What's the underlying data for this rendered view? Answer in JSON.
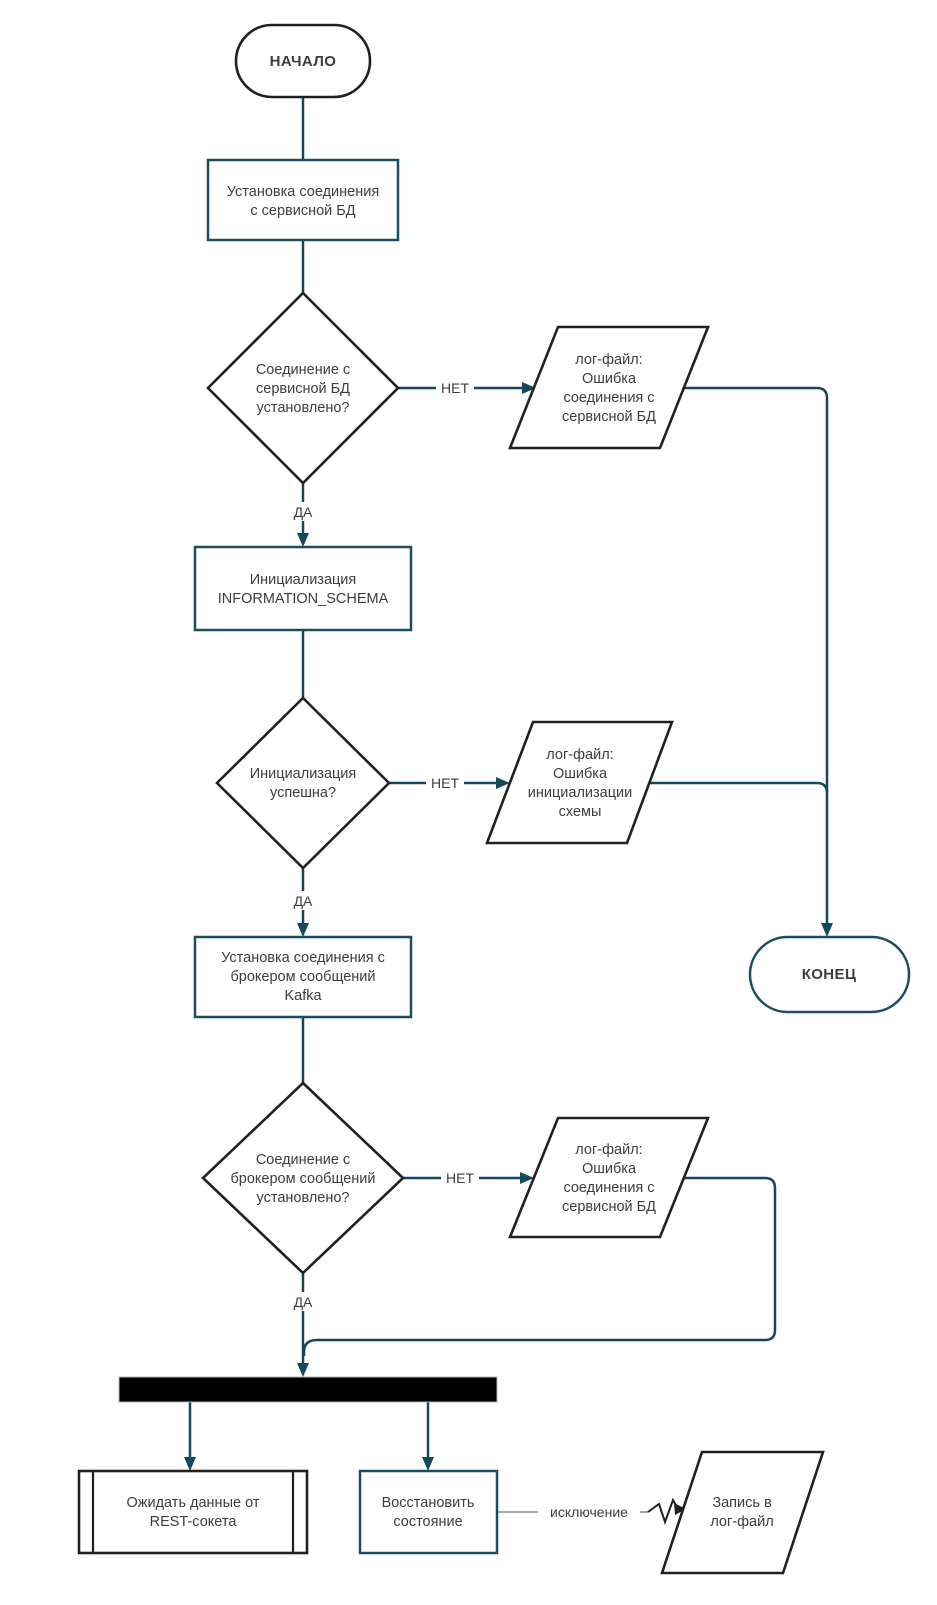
{
  "diagram": {
    "type": "flowchart",
    "language": "ru",
    "colors": {
      "connector": "#17475a",
      "border_dark": "#212121",
      "border_process": "#1b4e61",
      "text": "#3d3d3d",
      "exception_line": "#8c8c8c",
      "fork_fill": "#000000",
      "background": "#ffffff"
    },
    "nodes": {
      "start": {
        "shape": "terminator",
        "label": "НАЧАЛО"
      },
      "connect_service_db": {
        "shape": "process",
        "lines": [
          "Установка соединения",
          "с сервисной БД"
        ]
      },
      "service_db_connected": {
        "shape": "decision",
        "lines": [
          "Соединение с",
          "сервисной БД",
          "установлено?"
        ]
      },
      "log_service_db_error": {
        "shape": "data",
        "lines": [
          "лог-файл:",
          "Ошибка",
          "соединения с",
          "сервисной БД"
        ]
      },
      "init_information_schema": {
        "shape": "process",
        "lines": [
          "Инициализация",
          "INFORMATION_SCHEMA"
        ]
      },
      "init_successful": {
        "shape": "decision",
        "lines": [
          "Инициализация",
          "успешна?"
        ]
      },
      "log_schema_init_error": {
        "shape": "data",
        "lines": [
          "лог-файл:",
          "Ошибка",
          "инициализации",
          "схемы"
        ]
      },
      "connect_kafka": {
        "shape": "process",
        "lines": [
          "Установка соединения с",
          "брокером сообщений",
          "Kafka"
        ]
      },
      "kafka_connected": {
        "shape": "decision",
        "lines": [
          "Соединение с",
          "брокером сообщений",
          "установлено?"
        ]
      },
      "log_kafka_conn_error": {
        "shape": "data",
        "lines": [
          "лог-файл:",
          "Ошибка",
          "соединения с",
          "сервисной БД"
        ]
      },
      "end": {
        "shape": "terminator",
        "label": "КОНЕЦ"
      },
      "fork_bar": {
        "shape": "parallel-fork-bar"
      },
      "wait_rest_socket": {
        "shape": "predefined-process",
        "lines": [
          "Ожидать данные от",
          "REST-сокета"
        ]
      },
      "restore_state": {
        "shape": "process",
        "lines": [
          "Восстановить",
          "состояние"
        ]
      },
      "write_log": {
        "shape": "data",
        "lines": [
          "Запись в",
          "лог-файл"
        ]
      }
    },
    "edge_labels": {
      "service_db_no": "НЕТ",
      "service_db_yes": "ДА",
      "init_no": "НЕТ",
      "init_yes": "ДА",
      "kafka_no": "НЕТ",
      "kafka_yes": "ДА",
      "exception": "исключение"
    }
  }
}
